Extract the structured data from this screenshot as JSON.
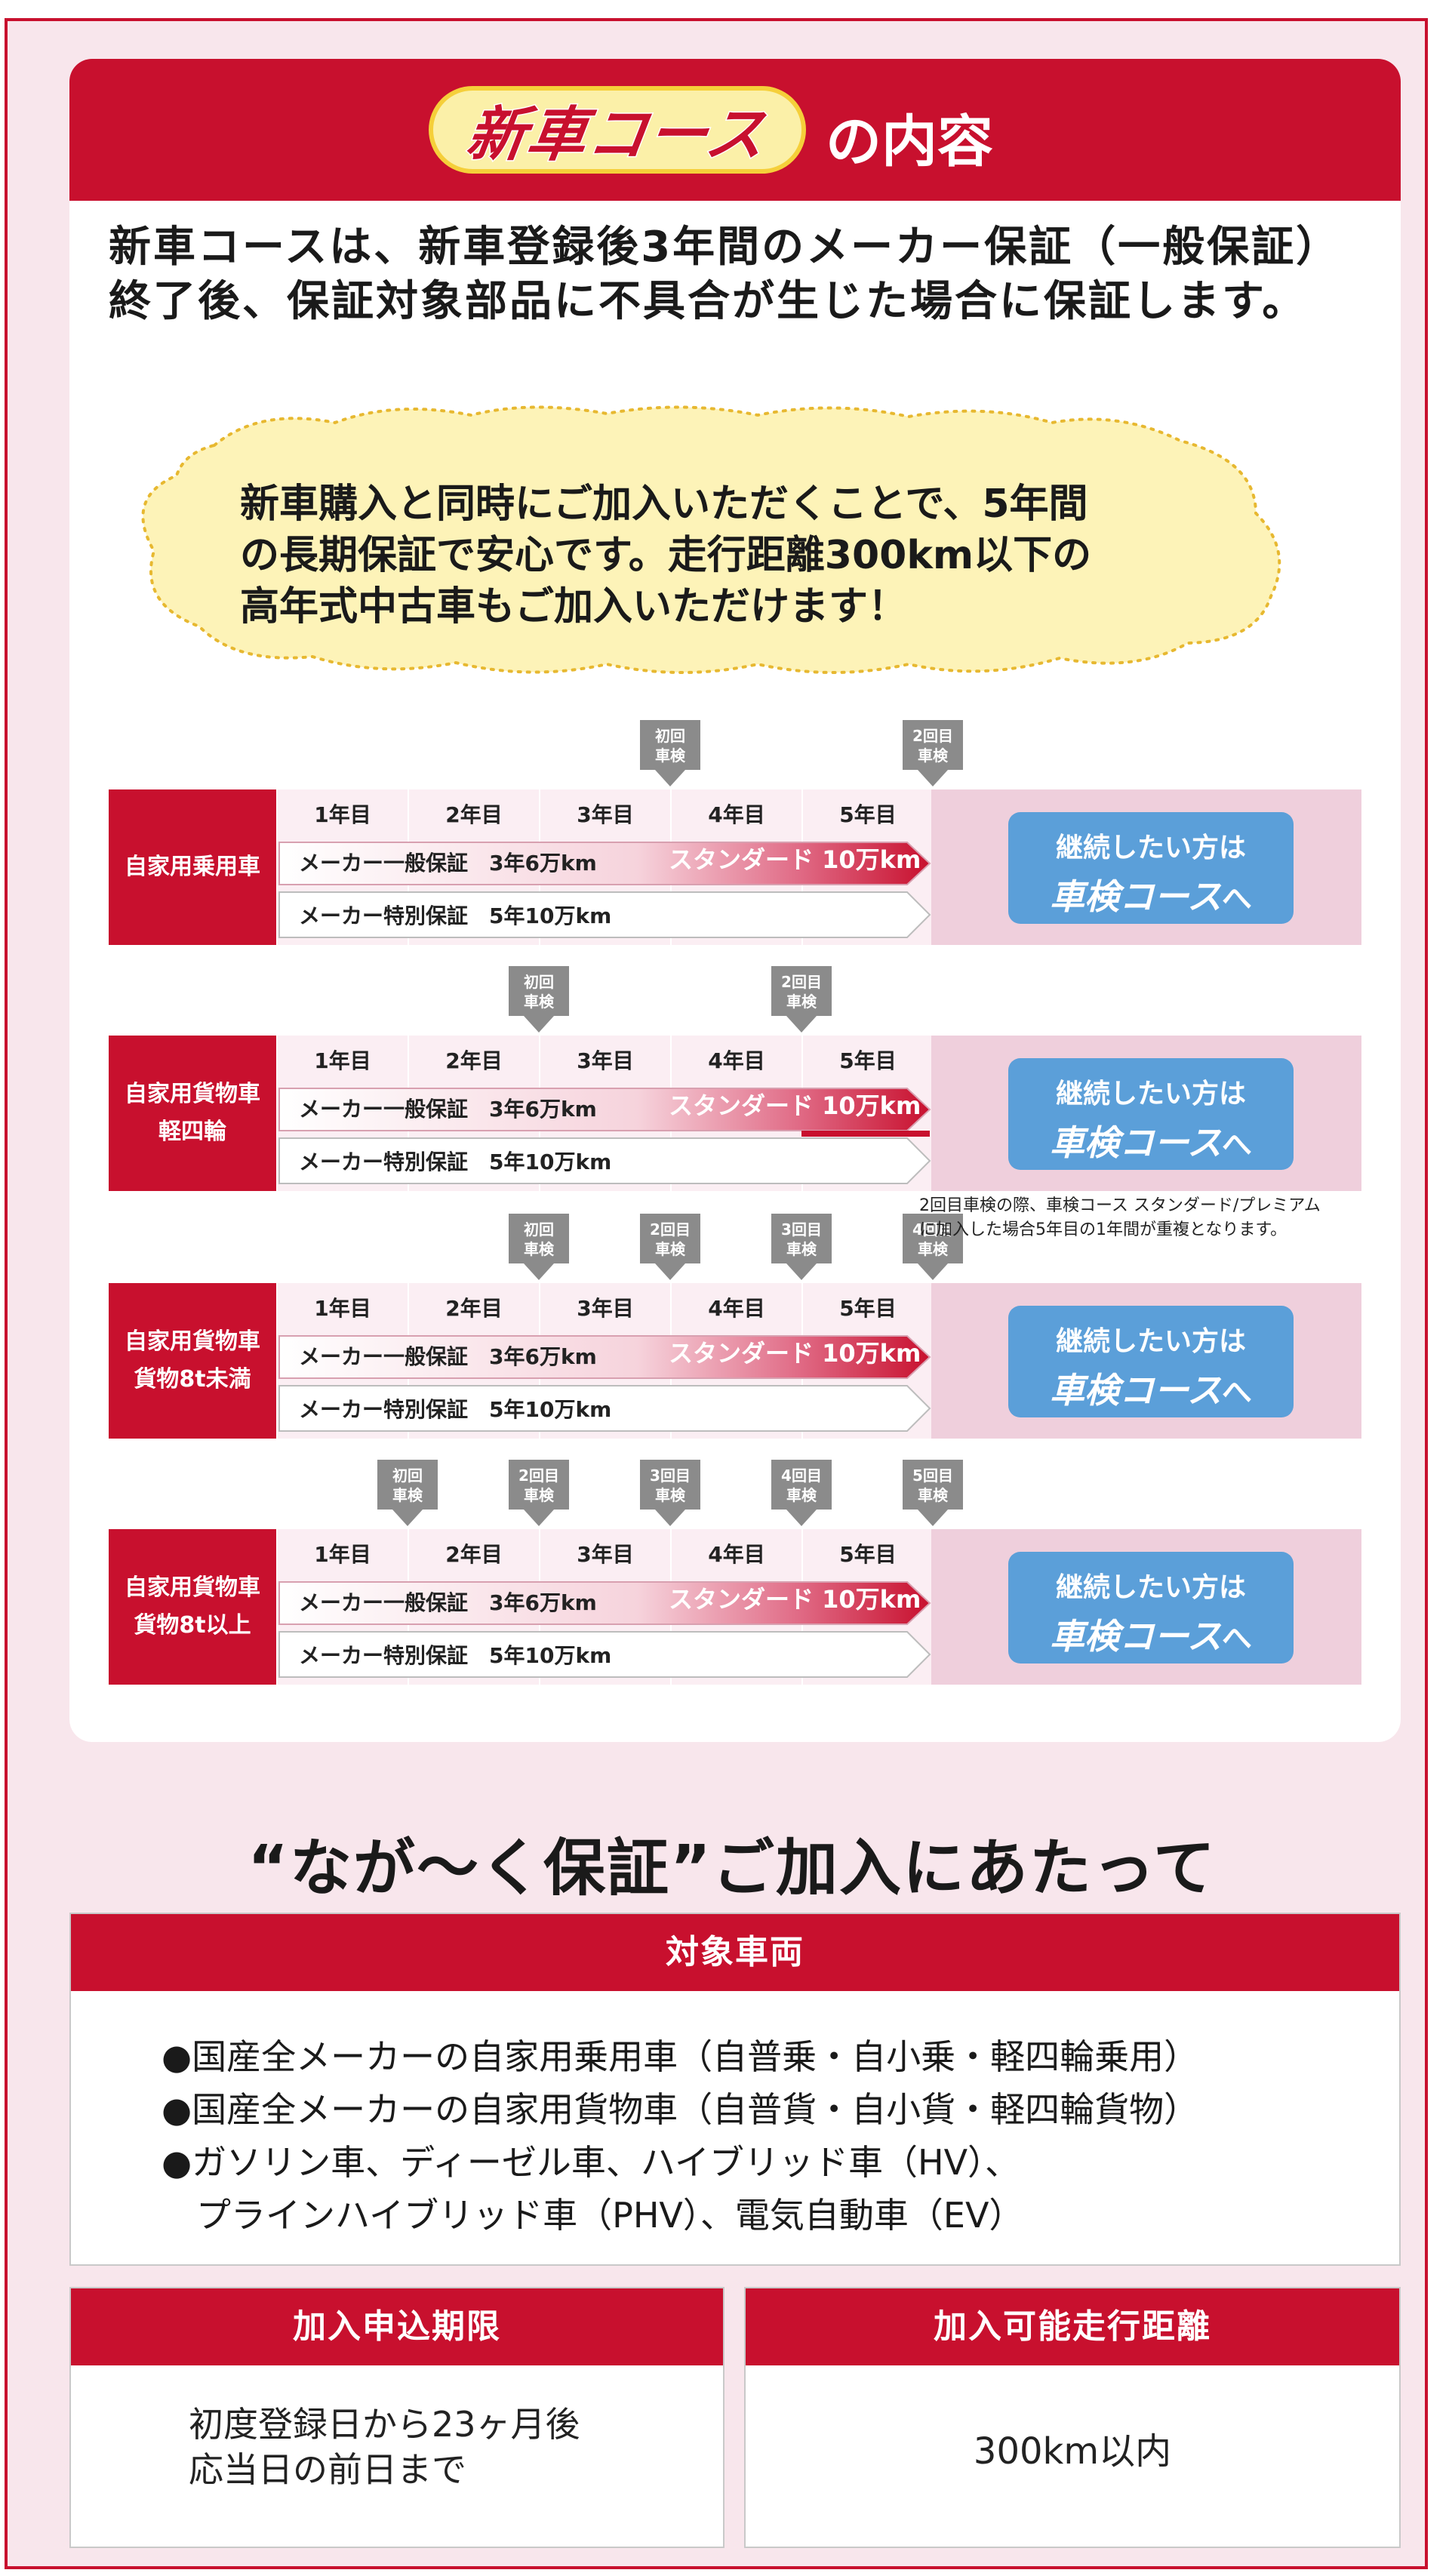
{
  "title": {
    "highlight": "新車コース",
    "rest": "の内容"
  },
  "intro": "新車コースは、新車登録後3年間のメーカー保証（一般保証）終了後、保証対象部品に不具合が生じた場合に保証します。",
  "callout": [
    "新車購入と同時にご加入いただくことで、5年間",
    "の長期保証で安心です。走行距離300km以下の",
    "高年式中古車もご加入いただけます！"
  ],
  "years": [
    "1年目",
    "2年目",
    "3年目",
    "4年目",
    "5年目"
  ],
  "bars": {
    "general": "メーカー一般保証　3年6万km",
    "standard": "スタンダード 10万km",
    "special": "メーカー特別保証　5年10万km"
  },
  "continue_button": {
    "line1": "継続したい方は",
    "line2": "車検コース",
    "arrow": "へ"
  },
  "rows": [
    {
      "label": [
        "自家用乗用車"
      ],
      "inspections": [
        {
          "t1": "初回",
          "t2": "車検",
          "year": 3
        },
        {
          "t1": "2回目",
          "t2": "車検",
          "year": 5
        }
      ]
    },
    {
      "label": [
        "自家用貨物車",
        "軽四輪"
      ],
      "inspections": [
        {
          "t1": "初回",
          "t2": "車検",
          "year": 2
        },
        {
          "t1": "2回目",
          "t2": "車検",
          "year": 4
        }
      ]
    },
    {
      "label": [
        "自家用貨物車",
        "貨物8t未満"
      ],
      "inspections": [
        {
          "t1": "初回",
          "t2": "車検",
          "year": 2
        },
        {
          "t1": "2回目",
          "t2": "車検",
          "year": 3
        },
        {
          "t1": "3回目",
          "t2": "車検",
          "year": 4
        },
        {
          "t1": "4回目",
          "t2": "車検",
          "year": 5
        }
      ]
    },
    {
      "label": [
        "自家用貨物車",
        "貨物8t以上"
      ],
      "inspections": [
        {
          "t1": "初回",
          "t2": "車検",
          "year": 1
        },
        {
          "t1": "2回目",
          "t2": "車検",
          "year": 2
        },
        {
          "t1": "3回目",
          "t2": "車検",
          "year": 3
        },
        {
          "t1": "4回目",
          "t2": "車検",
          "year": 4
        },
        {
          "t1": "5回目",
          "t2": "車検",
          "year": 5
        }
      ]
    }
  ],
  "note": [
    "2回目車検の際、車検コース スタンダード/プレミアム",
    "に加入した場合5年目の1年間が重複となります。"
  ],
  "section_title": "“なが～く保証”ご加入にあたって",
  "vehicles": {
    "header": "対象車両",
    "items": [
      "●国産全メーカーの自家用乗用車（自普乗・自小乗・軽四輪乗用）",
      "●国産全メーカーの自家用貨物車（自普貨・自小貨・軽四輪貨物）",
      "●ガソリン車、ディーゼル車、ハイブリッド車（HV）、",
      "　プラインハイブリッド車（PHV）、電気自動車（EV）"
    ]
  },
  "deadline": {
    "header": "加入申込期限",
    "lines": [
      "初度登録日から23ヶ月後",
      "応当日の前日まで"
    ]
  },
  "distance": {
    "header": "加入可能走行距離",
    "value": "300km以内"
  },
  "colors": {
    "brand_red": "#c8102e",
    "button_blue": "#5b9fd9",
    "band_pink": "#efcfdc",
    "cream": "#fdf3b8"
  }
}
